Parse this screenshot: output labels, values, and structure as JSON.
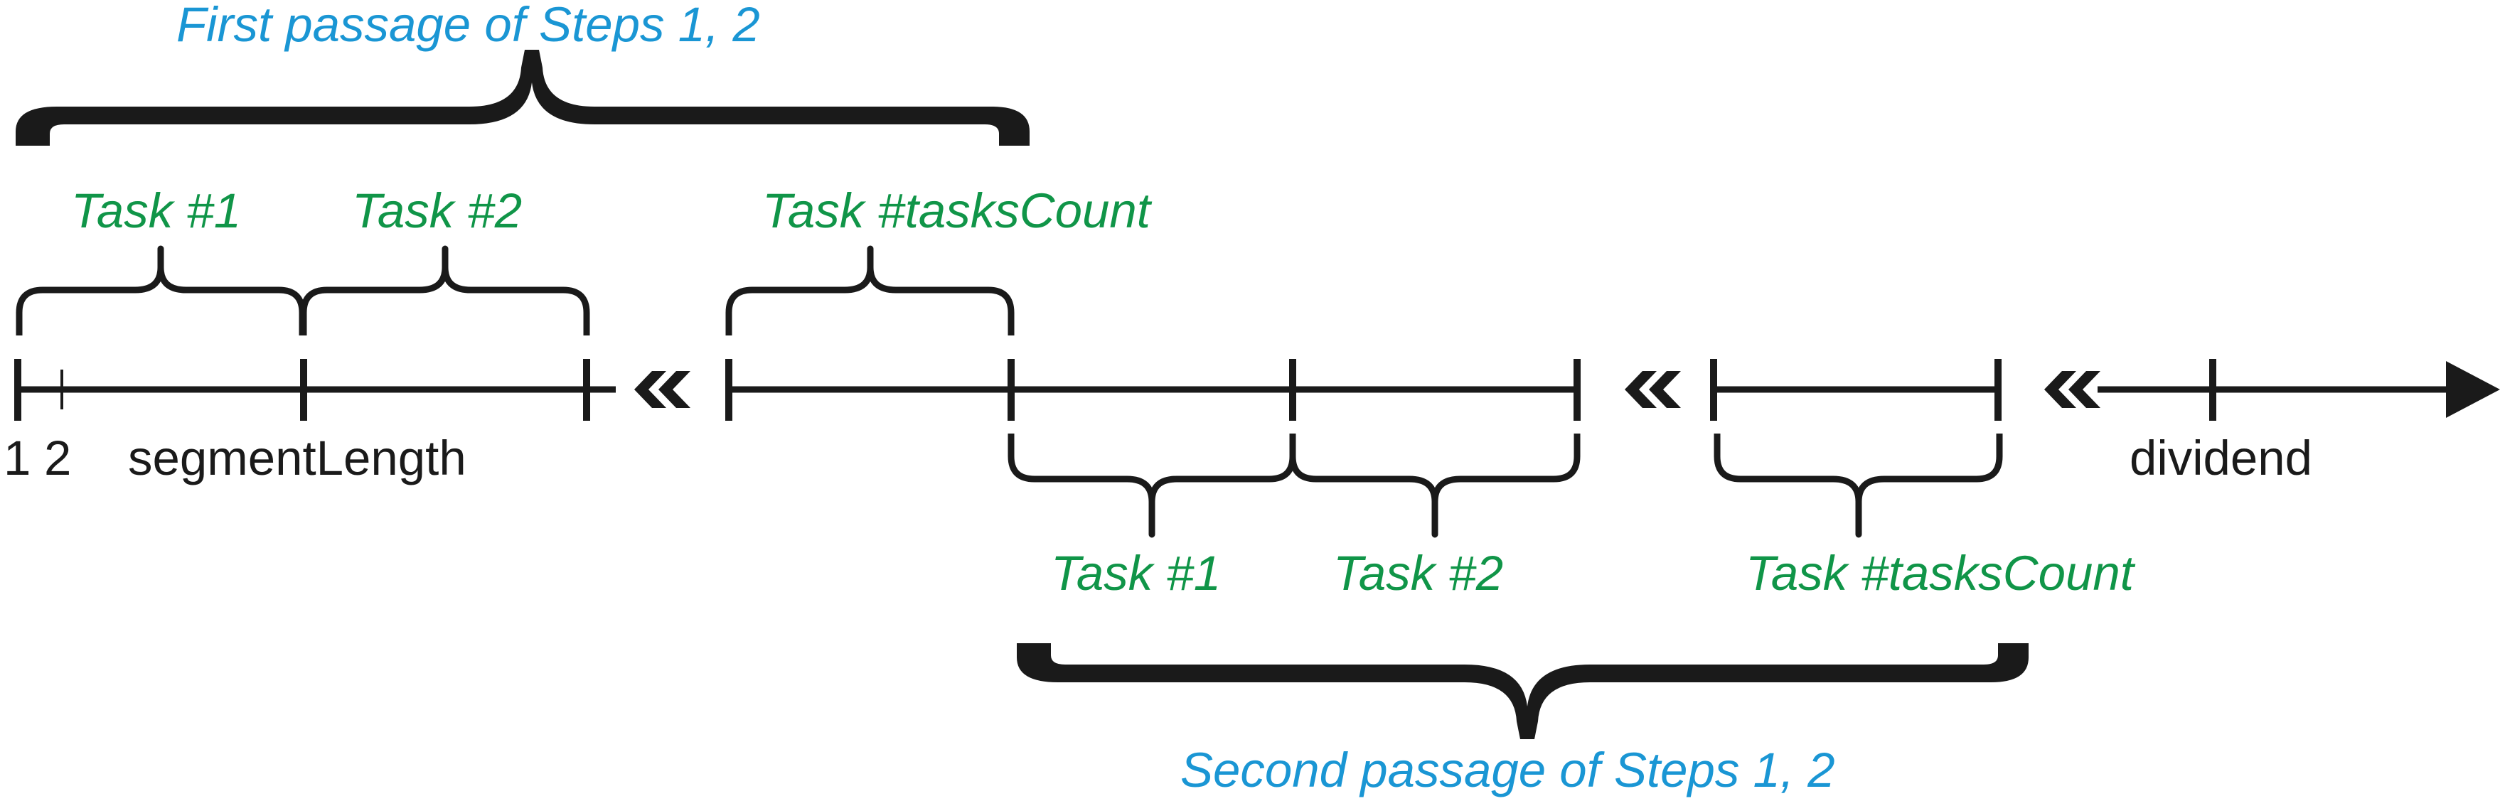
{
  "colors": {
    "line": "#1a1a1a",
    "passage": "#1a96d4",
    "task": "#109548"
  },
  "passages": {
    "first": "First passage of Steps 1, 2",
    "second": "Second passage of Steps 1, 2"
  },
  "axis_labels": {
    "one": "1",
    "two": "2",
    "segment_length": "segmentLength",
    "dividend": "dividend"
  },
  "top_tasks": [
    "Task #1",
    "Task #2",
    "Task #tasksCount"
  ],
  "bottom_tasks": [
    "Task #1",
    "Task #2",
    "Task #tasksCount"
  ]
}
